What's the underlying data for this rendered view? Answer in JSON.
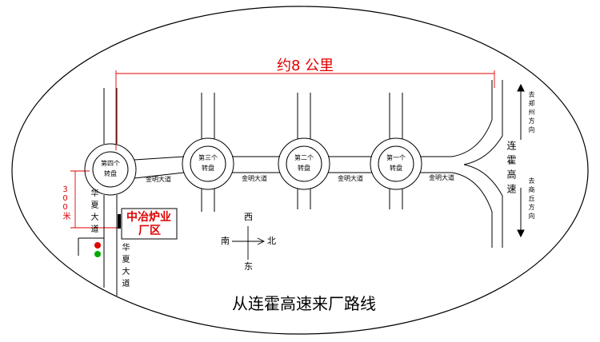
{
  "title": "从连霍高速来厂路线",
  "distance_label": "约8 公里",
  "side_distance_label": "300米",
  "factory_label": [
    "中冶炉业",
    "厂区"
  ],
  "roundabouts": [
    {
      "line1": "第四个",
      "line2": "转盘"
    },
    {
      "line1": "第三个",
      "line2": "转盘"
    },
    {
      "line1": "第二个",
      "line2": "转盘"
    },
    {
      "line1": "第一个",
      "line2": "转盘"
    }
  ],
  "avenue_label": "金明大道",
  "huaxia_label": "华夏大道",
  "highway_label": "连霍高速",
  "zhengzhou_label": "去郑州方向",
  "shangqiu_label": "去商丘方向",
  "compass": {
    "west": "西",
    "south": "南",
    "north": "北",
    "east": "东"
  },
  "colors": {
    "accent": "#e00000",
    "line": "#000000",
    "light_red": "#e00000",
    "light_green": "#00aa00"
  }
}
